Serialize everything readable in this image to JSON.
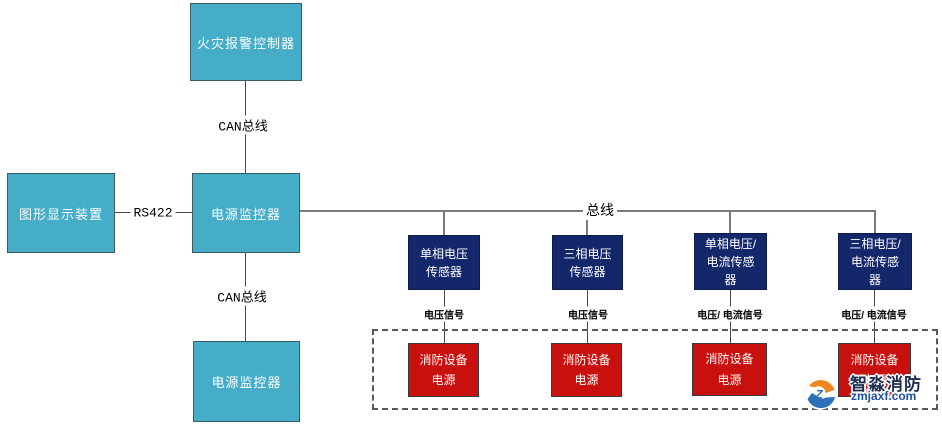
{
  "colors": {
    "teal_box": "#45adc8",
    "navy_box": "#14276b",
    "red_box": "#c8100e",
    "line": "#4a4a4a",
    "bus_line": "#7a7a7a",
    "dashed_border": "#595959"
  },
  "nodes": {
    "fire_alarm_controller": "火灾报警控制器",
    "graphic_display": "图形显示装置",
    "power_monitor_top": "电源监控器",
    "power_monitor_bottom": "电源监控器"
  },
  "links": {
    "can_bus_top": "CAN总线",
    "rs422": "RS422",
    "can_bus_bottom": "CAN总线",
    "bus": "总线"
  },
  "branches": [
    {
      "sensor": "单相电压\n传感器",
      "signal": "电压信号",
      "device": "消防设备\n电源"
    },
    {
      "sensor": "三相电压\n传感器",
      "signal": "电压信号",
      "device": "消防设备\n电源"
    },
    {
      "sensor": "单相电压/\n电流传感\n器",
      "signal": "电压/ 电流信号",
      "device": "消防设备\n电源"
    },
    {
      "sensor": "三相电压/\n电流传感\n器",
      "signal": "电压/ 电流信号",
      "device": "消防设备\n电源"
    }
  ],
  "watermark": {
    "brand": "智淼消防",
    "domain": "zmjaxf.com"
  }
}
